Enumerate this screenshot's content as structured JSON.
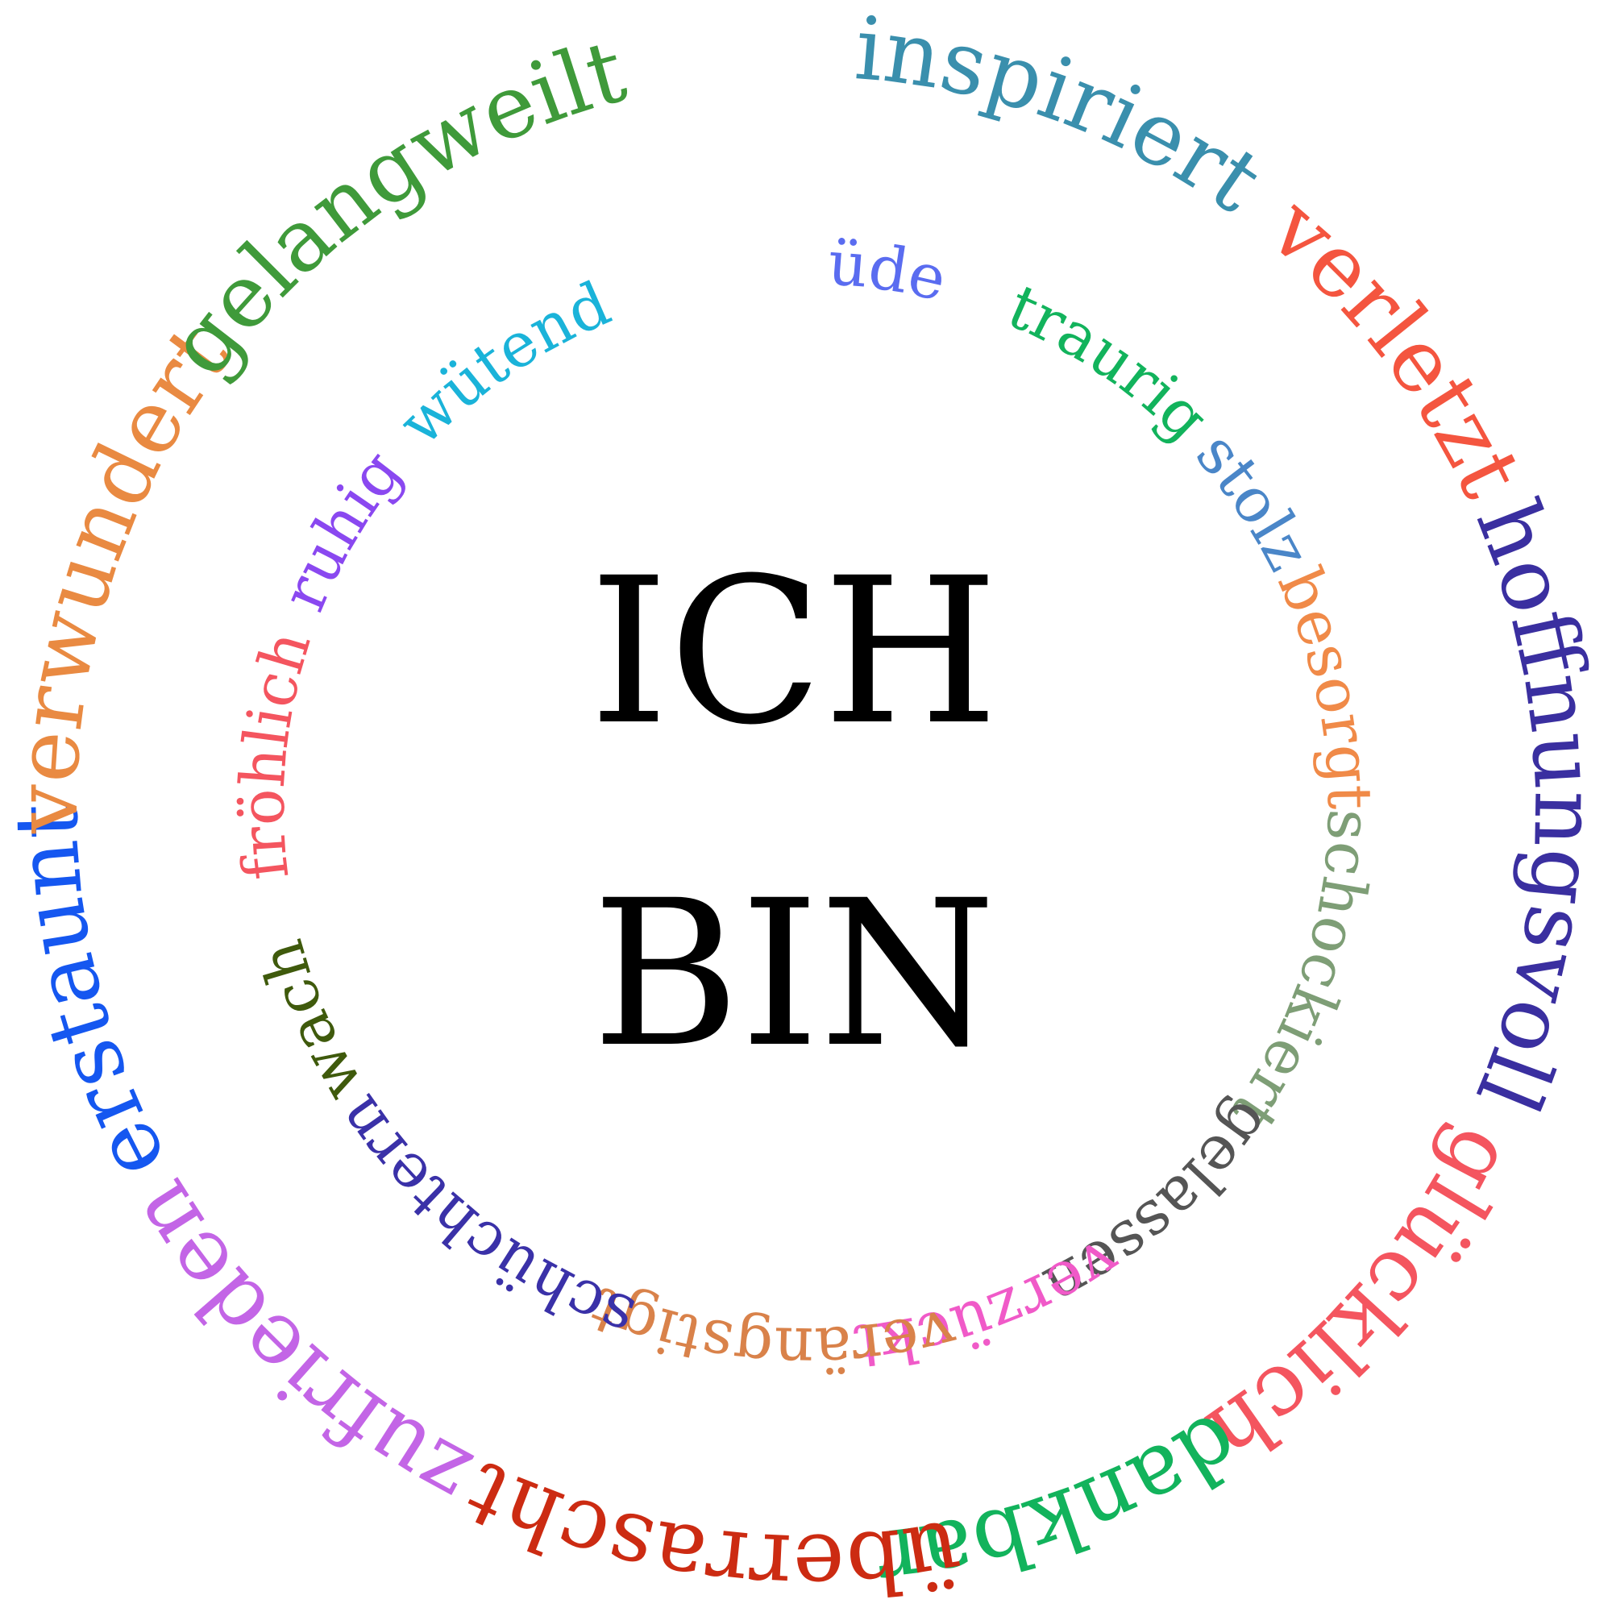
{
  "center": {
    "line1": "ICH",
    "line2": "BIN",
    "color": "#000000"
  },
  "outer_ring": [
    {
      "text": "inspiriert",
      "color": "#3a8fad"
    },
    {
      "text": "verletzt",
      "color": "#f4553f"
    },
    {
      "text": "hoffnungsvoll",
      "color": "#3a2fa0"
    },
    {
      "text": "glücklich",
      "color": "#f4555f"
    },
    {
      "text": "dankbar",
      "color": "#12b35c"
    },
    {
      "text": "überrascht",
      "color": "#cc2b12"
    },
    {
      "text": "zufrieden",
      "color": "#c365e6"
    },
    {
      "text": "erstaunt",
      "color": "#1557f0"
    },
    {
      "text": "verwundert",
      "color": "#e98a42"
    },
    {
      "text": "gelangweilt",
      "color": "#3f9a3a"
    }
  ],
  "inner_ring": [
    {
      "text": "müde",
      "color": "#5a6cf0"
    },
    {
      "text": "traurig",
      "color": "#12b35c"
    },
    {
      "text": "stolz",
      "color": "#4a86c8"
    },
    {
      "text": "besorgt",
      "color": "#f08a48"
    },
    {
      "text": "schockiert",
      "color": "#7e9e76"
    },
    {
      "text": "gelassen",
      "color": "#555555"
    },
    {
      "text": "verzückt",
      "color": "#f05ac8"
    },
    {
      "text": "verängstigt",
      "color": "#d9824a"
    },
    {
      "text": "schüchtern",
      "color": "#3a31a8"
    },
    {
      "text": "wach",
      "color": "#3f5a0c"
    },
    {
      "text": "fröhlich",
      "color": "#f4555f"
    },
    {
      "text": "ruhig",
      "color": "#8a48f0"
    },
    {
      "text": "wütend",
      "color": "#1ab3d9"
    }
  ]
}
